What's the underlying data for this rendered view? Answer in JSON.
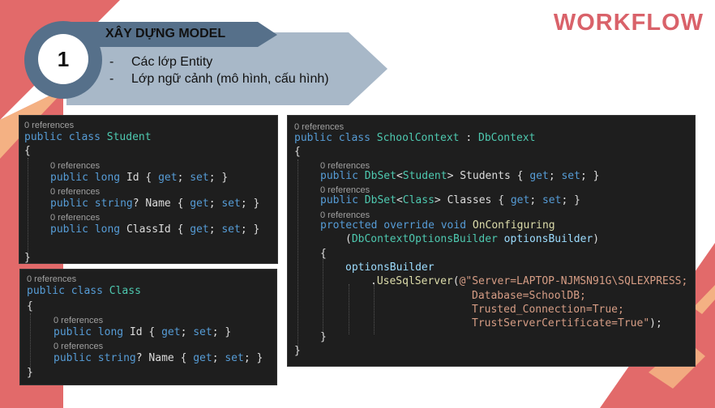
{
  "brand": {
    "title": "WORKFLOW"
  },
  "step": {
    "number": "1",
    "title": "XÂY DỰNG MODEL",
    "bullets": [
      {
        "dash": "-",
        "text": "Các lớp Entity"
      },
      {
        "dash": "-",
        "text": "Lớp ngữ cảnh (mô hình, cấu hình)"
      }
    ]
  },
  "colors": {
    "accent": "#d9626a",
    "step_dark": "#56708a",
    "step_light": "#a8b8c8",
    "code_bg": "#1e1e1e"
  },
  "code": {
    "ref": "0 references",
    "student": {
      "t0": "public",
      "t1": "class",
      "t2": "Student",
      "open": "{",
      "close": "}",
      "p1": {
        "t0": "public",
        "t1": "long",
        "t2": "Id",
        "t3": "{",
        "t4": "get",
        "t5": ";",
        "t6": "set",
        "t7": ";",
        "t8": "}"
      },
      "p2": {
        "t0": "public",
        "t1": "string",
        "t2": "?",
        "t3": "Name",
        "t4": "{",
        "t5": "get",
        "t6": ";",
        "t7": "set",
        "t8": ";",
        "t9": "}"
      },
      "p3": {
        "t0": "public",
        "t1": "long",
        "t2": "ClassId",
        "t3": "{",
        "t4": "get",
        "t5": ";",
        "t6": "set",
        "t7": ";",
        "t8": "}"
      }
    },
    "klass": {
      "t0": "public",
      "t1": "class",
      "t2": "Class",
      "open": "{",
      "close": "}",
      "p1": {
        "t0": "public",
        "t1": "long",
        "t2": "Id",
        "t3": "{",
        "t4": "get",
        "t5": ";",
        "t6": "set",
        "t7": ";",
        "t8": "}"
      },
      "p2": {
        "t0": "public",
        "t1": "string",
        "t2": "?",
        "t3": "Name",
        "t4": "{",
        "t5": "get",
        "t6": ";",
        "t7": "set",
        "t8": ";",
        "t9": "}"
      }
    },
    "context": {
      "t0": "public",
      "t1": "class",
      "t2": "SchoolContext",
      "t3": ":",
      "t4": "DbContext",
      "open": "{",
      "close": "}",
      "p1": {
        "t0": "public",
        "t1": "DbSet",
        "t2": "<",
        "t3": "Student",
        "t4": ">",
        "t5": "Students",
        "t6": "{",
        "t7": "get",
        "t8": ";",
        "t9": "set",
        "t10": ";",
        "t11": "}"
      },
      "p2": {
        "t0": "public",
        "t1": "DbSet",
        "t2": "<",
        "t3": "Class",
        "t4": ">",
        "t5": "Classes",
        "t6": "{",
        "t7": "get",
        "t8": ";",
        "t9": "set",
        "t10": ";",
        "t11": "}"
      },
      "m1": {
        "t0": "protected",
        "t1": "override",
        "t2": "void",
        "t3": "OnConfiguring"
      },
      "m2": {
        "t0": "(",
        "t1": "DbContextOptionsBuilder",
        "t2": "optionsBuilder",
        "t3": ")"
      },
      "m_open": "{",
      "m_close": "}",
      "b1": "optionsBuilder",
      "b2": {
        "t0": ".",
        "t1": "UseSqlServer",
        "t2": "(",
        "t3": "@\"Server=LAPTOP-NJMSN91G\\SQLEXPRESS;"
      },
      "b3": "Database=SchoolDB;",
      "b4": "Trusted_Connection=True;",
      "b5": {
        "t0": "TrustServerCertificate=True\"",
        "t1": ");"
      }
    }
  }
}
